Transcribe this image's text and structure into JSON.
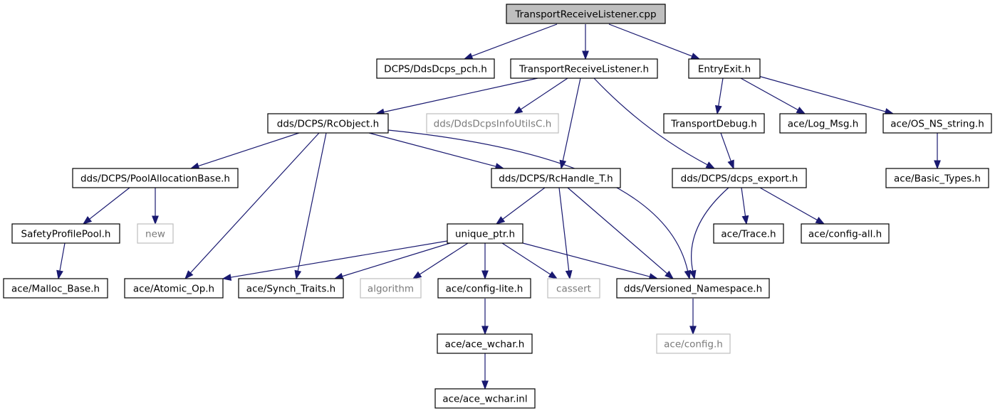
{
  "diagram": {
    "type": "include-dependency-graph",
    "colors": {
      "edge": "#191970",
      "root_fill": "#bfbfbf",
      "node_border": "#000000",
      "external_border": "#bfbfbf",
      "external_text": "#7a7a7a",
      "background": "#ffffff"
    },
    "nodes": [
      {
        "id": "n_root",
        "label": "TransportReceiveListener.cpp",
        "kind": "root"
      },
      {
        "id": "n_pch",
        "label": "DCPS/DdsDcps_pch.h",
        "kind": "file"
      },
      {
        "id": "n_trl",
        "label": "TransportReceiveListener.h",
        "kind": "file"
      },
      {
        "id": "n_entry",
        "label": "EntryExit.h",
        "kind": "file"
      },
      {
        "id": "n_rcobj",
        "label": "dds/DCPS/RcObject.h",
        "kind": "file"
      },
      {
        "id": "n_infoutils",
        "label": "dds/DdsDcpsInfoUtilsC.h",
        "kind": "external"
      },
      {
        "id": "n_tdebug",
        "label": "TransportDebug.h",
        "kind": "file"
      },
      {
        "id": "n_logmsg",
        "label": "ace/Log_Msg.h",
        "kind": "file"
      },
      {
        "id": "n_osns",
        "label": "ace/OS_NS_string.h",
        "kind": "file"
      },
      {
        "id": "n_poolalloc",
        "label": "dds/DCPS/PoolAllocationBase.h",
        "kind": "file"
      },
      {
        "id": "n_rchandle",
        "label": "dds/DCPS/RcHandle_T.h",
        "kind": "file"
      },
      {
        "id": "n_dcpsexport",
        "label": "dds/DCPS/dcps_export.h",
        "kind": "file"
      },
      {
        "id": "n_basictypes",
        "label": "ace/Basic_Types.h",
        "kind": "file"
      },
      {
        "id": "n_safety",
        "label": "SafetyProfilePool.h",
        "kind": "file"
      },
      {
        "id": "n_new",
        "label": "new",
        "kind": "external"
      },
      {
        "id": "n_uniqueptr",
        "label": "unique_ptr.h",
        "kind": "file"
      },
      {
        "id": "n_trace",
        "label": "ace/Trace.h",
        "kind": "file"
      },
      {
        "id": "n_configall",
        "label": "ace/config-all.h",
        "kind": "file"
      },
      {
        "id": "n_mallocbase",
        "label": "ace/Malloc_Base.h",
        "kind": "file"
      },
      {
        "id": "n_atomicop",
        "label": "ace/Atomic_Op.h",
        "kind": "file"
      },
      {
        "id": "n_synchtraits",
        "label": "ace/Synch_Traits.h",
        "kind": "file"
      },
      {
        "id": "n_algorithm",
        "label": "algorithm",
        "kind": "external"
      },
      {
        "id": "n_configlite",
        "label": "ace/config-lite.h",
        "kind": "file"
      },
      {
        "id": "n_cassert",
        "label": "cassert",
        "kind": "external"
      },
      {
        "id": "n_versioned",
        "label": "dds/Versioned_Namespace.h",
        "kind": "file"
      },
      {
        "id": "n_acewchar",
        "label": "ace/ace_wchar.h",
        "kind": "file"
      },
      {
        "id": "n_configh",
        "label": "ace/config.h",
        "kind": "external"
      },
      {
        "id": "n_acewcharinl",
        "label": "ace/ace_wchar.inl",
        "kind": "file"
      }
    ],
    "edges": [
      {
        "from": "n_root",
        "to": "n_pch"
      },
      {
        "from": "n_root",
        "to": "n_trl"
      },
      {
        "from": "n_root",
        "to": "n_entry"
      },
      {
        "from": "n_trl",
        "to": "n_rcobj"
      },
      {
        "from": "n_trl",
        "to": "n_infoutils"
      },
      {
        "from": "n_trl",
        "to": "n_rchandle"
      },
      {
        "from": "n_trl",
        "to": "n_dcpsexport"
      },
      {
        "from": "n_entry",
        "to": "n_tdebug"
      },
      {
        "from": "n_entry",
        "to": "n_logmsg"
      },
      {
        "from": "n_entry",
        "to": "n_osns"
      },
      {
        "from": "n_rcobj",
        "to": "n_poolalloc"
      },
      {
        "from": "n_rcobj",
        "to": "n_rchandle"
      },
      {
        "from": "n_rcobj",
        "to": "n_atomicop"
      },
      {
        "from": "n_rcobj",
        "to": "n_synchtraits"
      },
      {
        "from": "n_rcobj",
        "to": "n_versioned"
      },
      {
        "from": "n_tdebug",
        "to": "n_dcpsexport"
      },
      {
        "from": "n_osns",
        "to": "n_basictypes"
      },
      {
        "from": "n_poolalloc",
        "to": "n_safety"
      },
      {
        "from": "n_poolalloc",
        "to": "n_new"
      },
      {
        "from": "n_safety",
        "to": "n_mallocbase"
      },
      {
        "from": "n_rchandle",
        "to": "n_uniqueptr"
      },
      {
        "from": "n_rchandle",
        "to": "n_cassert"
      },
      {
        "from": "n_rchandle",
        "to": "n_versioned"
      },
      {
        "from": "n_dcpsexport",
        "to": "n_versioned"
      },
      {
        "from": "n_dcpsexport",
        "to": "n_trace"
      },
      {
        "from": "n_dcpsexport",
        "to": "n_configall"
      },
      {
        "from": "n_uniqueptr",
        "to": "n_atomicop"
      },
      {
        "from": "n_uniqueptr",
        "to": "n_synchtraits"
      },
      {
        "from": "n_uniqueptr",
        "to": "n_algorithm"
      },
      {
        "from": "n_uniqueptr",
        "to": "n_configlite"
      },
      {
        "from": "n_uniqueptr",
        "to": "n_cassert"
      },
      {
        "from": "n_uniqueptr",
        "to": "n_versioned"
      },
      {
        "from": "n_configlite",
        "to": "n_acewchar"
      },
      {
        "from": "n_acewchar",
        "to": "n_acewcharinl"
      },
      {
        "from": "n_versioned",
        "to": "n_configh"
      }
    ]
  }
}
